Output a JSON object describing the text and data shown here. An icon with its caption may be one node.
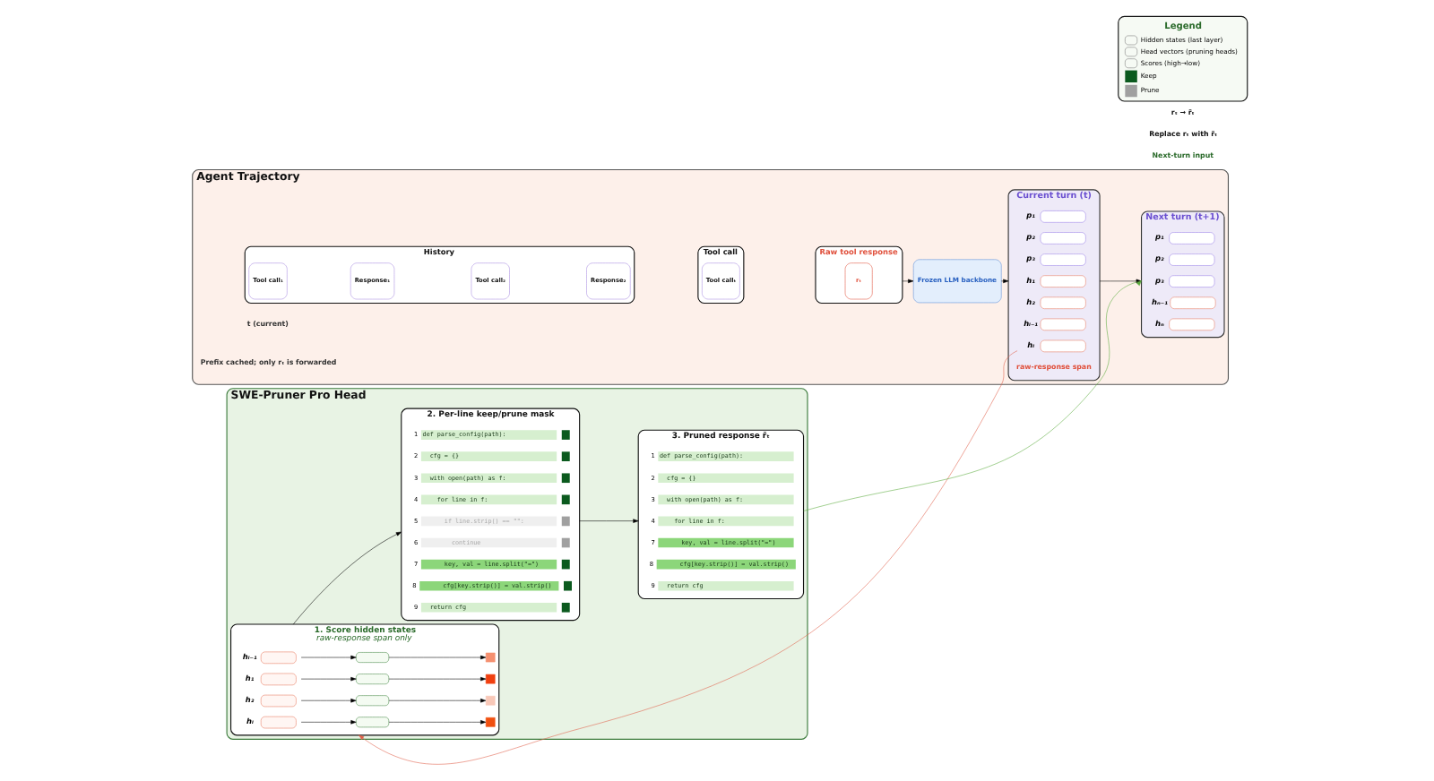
{
  "diagram": {
    "nodes": [
      {
        "text": [
          "Agent Trajectory"
        ]
      },
      {
        "text": [
          "History"
        ],
        "in": 0
      },
      {
        "text": [
          "Tool call₁"
        ],
        "in": 1
      },
      {
        "text": [
          "Response₁"
        ],
        "in": 1
      },
      {
        "text": [
          "Tool call₂"
        ],
        "in": 1
      },
      {
        "text": [
          "Response₂"
        ],
        "in": 1
      },
      {
        "text": [
          "Tool call"
        ],
        "in": 0
      },
      {
        "text": [
          "Tool callₜ"
        ],
        "in": 6
      },
      {
        "text": [
          "Raw tool response"
        ],
        "in": 0
      },
      {
        "text": [
          "rₜ"
        ],
        "in": 8
      },
      {
        "text": [
          "Frozen LLM backbone"
        ],
        "in": 0
      },
      {
        "text": [
          "Current turn (t)"
        ],
        "in": 0
      },
      {
        "text": [
          "p₁"
        ],
        "in": 11
      },
      {
        "text": [
          "p₂"
        ],
        "in": 11
      },
      {
        "text": [
          "p₃"
        ],
        "in": 11
      },
      {
        "text": [
          "h₁"
        ],
        "in": 11
      },
      {
        "text": [
          "h₂"
        ],
        "in": 11
      },
      {
        "text": [
          "hₗ₋₁"
        ],
        "in": 11
      },
      {
        "text": [
          "hₗ"
        ],
        "in": 11
      },
      {
        "text": [
          "Next turn (t+1)"
        ],
        "in": 0
      },
      {
        "text": [
          "p₁"
        ],
        "in": 19
      },
      {
        "text": [
          "p₂"
        ],
        "in": 19
      },
      {
        "text": [
          "p₃"
        ],
        "in": 19
      },
      {
        "text": [
          "hₙ₋₁"
        ],
        "in": 19
      },
      {
        "text": [
          "hₙ"
        ],
        "in": 19
      },
      {
        "text": [
          "SWE-Pruner Pro Head"
        ]
      },
      {
        "text": [
          "1. Score hidden states",
          "raw-response span only"
        ],
        "in": 25
      },
      {
        "text": [],
        "shape": "box",
        "beside": [
          "h₁"
        ],
        "in": 26
      },
      {
        "text": [],
        "shape": "box",
        "in": 26
      },
      {
        "text": [],
        "shape": "box",
        "in": 26
      },
      {
        "text": [],
        "shape": "box",
        "beside": [
          "h₂"
        ],
        "in": 26
      },
      {
        "text": [],
        "shape": "box",
        "in": 26
      },
      {
        "text": [],
        "shape": "box",
        "in": 26
      },
      {
        "text": [],
        "shape": "box",
        "beside": [
          "hₗ₋₁"
        ],
        "in": 26
      },
      {
        "text": [],
        "shape": "box",
        "in": 26
      },
      {
        "text": [],
        "shape": "box",
        "in": 26
      },
      {
        "text": [],
        "shape": "box",
        "beside": [
          "hₗ"
        ],
        "in": 26
      },
      {
        "text": [],
        "shape": "box",
        "in": 26
      },
      {
        "text": [],
        "shape": "box",
        "in": 26
      },
      {
        "text": [
          "2. Per-line keep/prune mask"
        ],
        "in": 25
      },
      {
        "text": [
          "1",
          "def parse_config(path):"
        ],
        "in": 39
      },
      {
        "text": [
          "2",
          "cfg = {}"
        ],
        "in": 39
      },
      {
        "text": [
          "3",
          "with open(path) as f:"
        ],
        "in": 39
      },
      {
        "text": [
          "4",
          "for line in f:"
        ],
        "in": 39
      },
      {
        "text": [
          "5",
          "if line.strip() == \"\":"
        ],
        "in": 39
      },
      {
        "text": [
          "6",
          "continue"
        ],
        "in": 39
      },
      {
        "text": [
          "7",
          "key, val = line.split(\"=\")"
        ],
        "in": 39
      },
      {
        "text": [
          "8",
          "cfg[key.strip()] = val.strip()"
        ],
        "in": 39
      },
      {
        "text": [
          "9",
          "return cfg"
        ],
        "in": 39
      },
      {
        "text": [
          "3. Pruned response r̃ₜ"
        ],
        "in": 25
      },
      {
        "text": [
          "1",
          "def parse_config(path):"
        ],
        "in": 49
      },
      {
        "text": [
          "2",
          "cfg = {}"
        ],
        "in": 49
      },
      {
        "text": [
          "3",
          "with open(path) as f:"
        ],
        "in": 49
      },
      {
        "text": [
          "4",
          "for line in f:"
        ],
        "in": 49
      },
      {
        "text": [
          "7",
          "key, val = line.split(\"=\")"
        ],
        "in": 49
      },
      {
        "text": [
          "8",
          "cfg[key.strip()] = val.strip()"
        ],
        "in": 49
      },
      {
        "text": [
          "9",
          "return cfg"
        ],
        "in": 49
      }
    ],
    "edges": [
      {
        "from": 8,
        "to": 10,
        "arrow": "to"
      },
      {
        "from": 10,
        "to": 11,
        "arrow": "to"
      },
      {
        "from": 11,
        "to": 19,
        "arrow": "to"
      },
      {
        "from": 18,
        "to": 26,
        "arrow": "to",
        "color": "#e0604a"
      },
      {
        "from": 27,
        "to": 28,
        "arrow": "to"
      },
      {
        "from": 28,
        "to": 29,
        "arrow": "to"
      },
      {
        "from": 30,
        "to": 31,
        "arrow": "to"
      },
      {
        "from": 31,
        "to": 32,
        "arrow": "to"
      },
      {
        "from": 33,
        "to": 34,
        "arrow": "to"
      },
      {
        "from": 34,
        "to": 35,
        "arrow": "to"
      },
      {
        "from": 36,
        "to": 37,
        "arrow": "to"
      },
      {
        "from": 37,
        "to": 38,
        "arrow": "to"
      },
      {
        "from": 26,
        "to": 39,
        "arrow": "to"
      },
      {
        "from": 39,
        "to": 49,
        "arrow": "to"
      },
      {
        "from": 49,
        "to": 19,
        "arrow": "to",
        "color": "#5aaa3c"
      }
    ],
    "labels": [
      "t (current)",
      "Prefix cached; only rₜ is forwarded",
      "raw-response span",
      "Next-turn input",
      "Replace rₜ with r̃ₜ",
      "rₜ → r̃ₜ",
      "Legend"
    ],
    "legend": [
      {
        "text": "Hidden states (last layer)"
      },
      {
        "text": "Head vectors (pruning heads)"
      },
      {
        "text": "Scores (high→low)"
      },
      {
        "text": "Keep",
        "color": "#0b5a1e"
      },
      {
        "text": "Prune",
        "color": "#a0a0a0"
      }
    ]
  }
}
